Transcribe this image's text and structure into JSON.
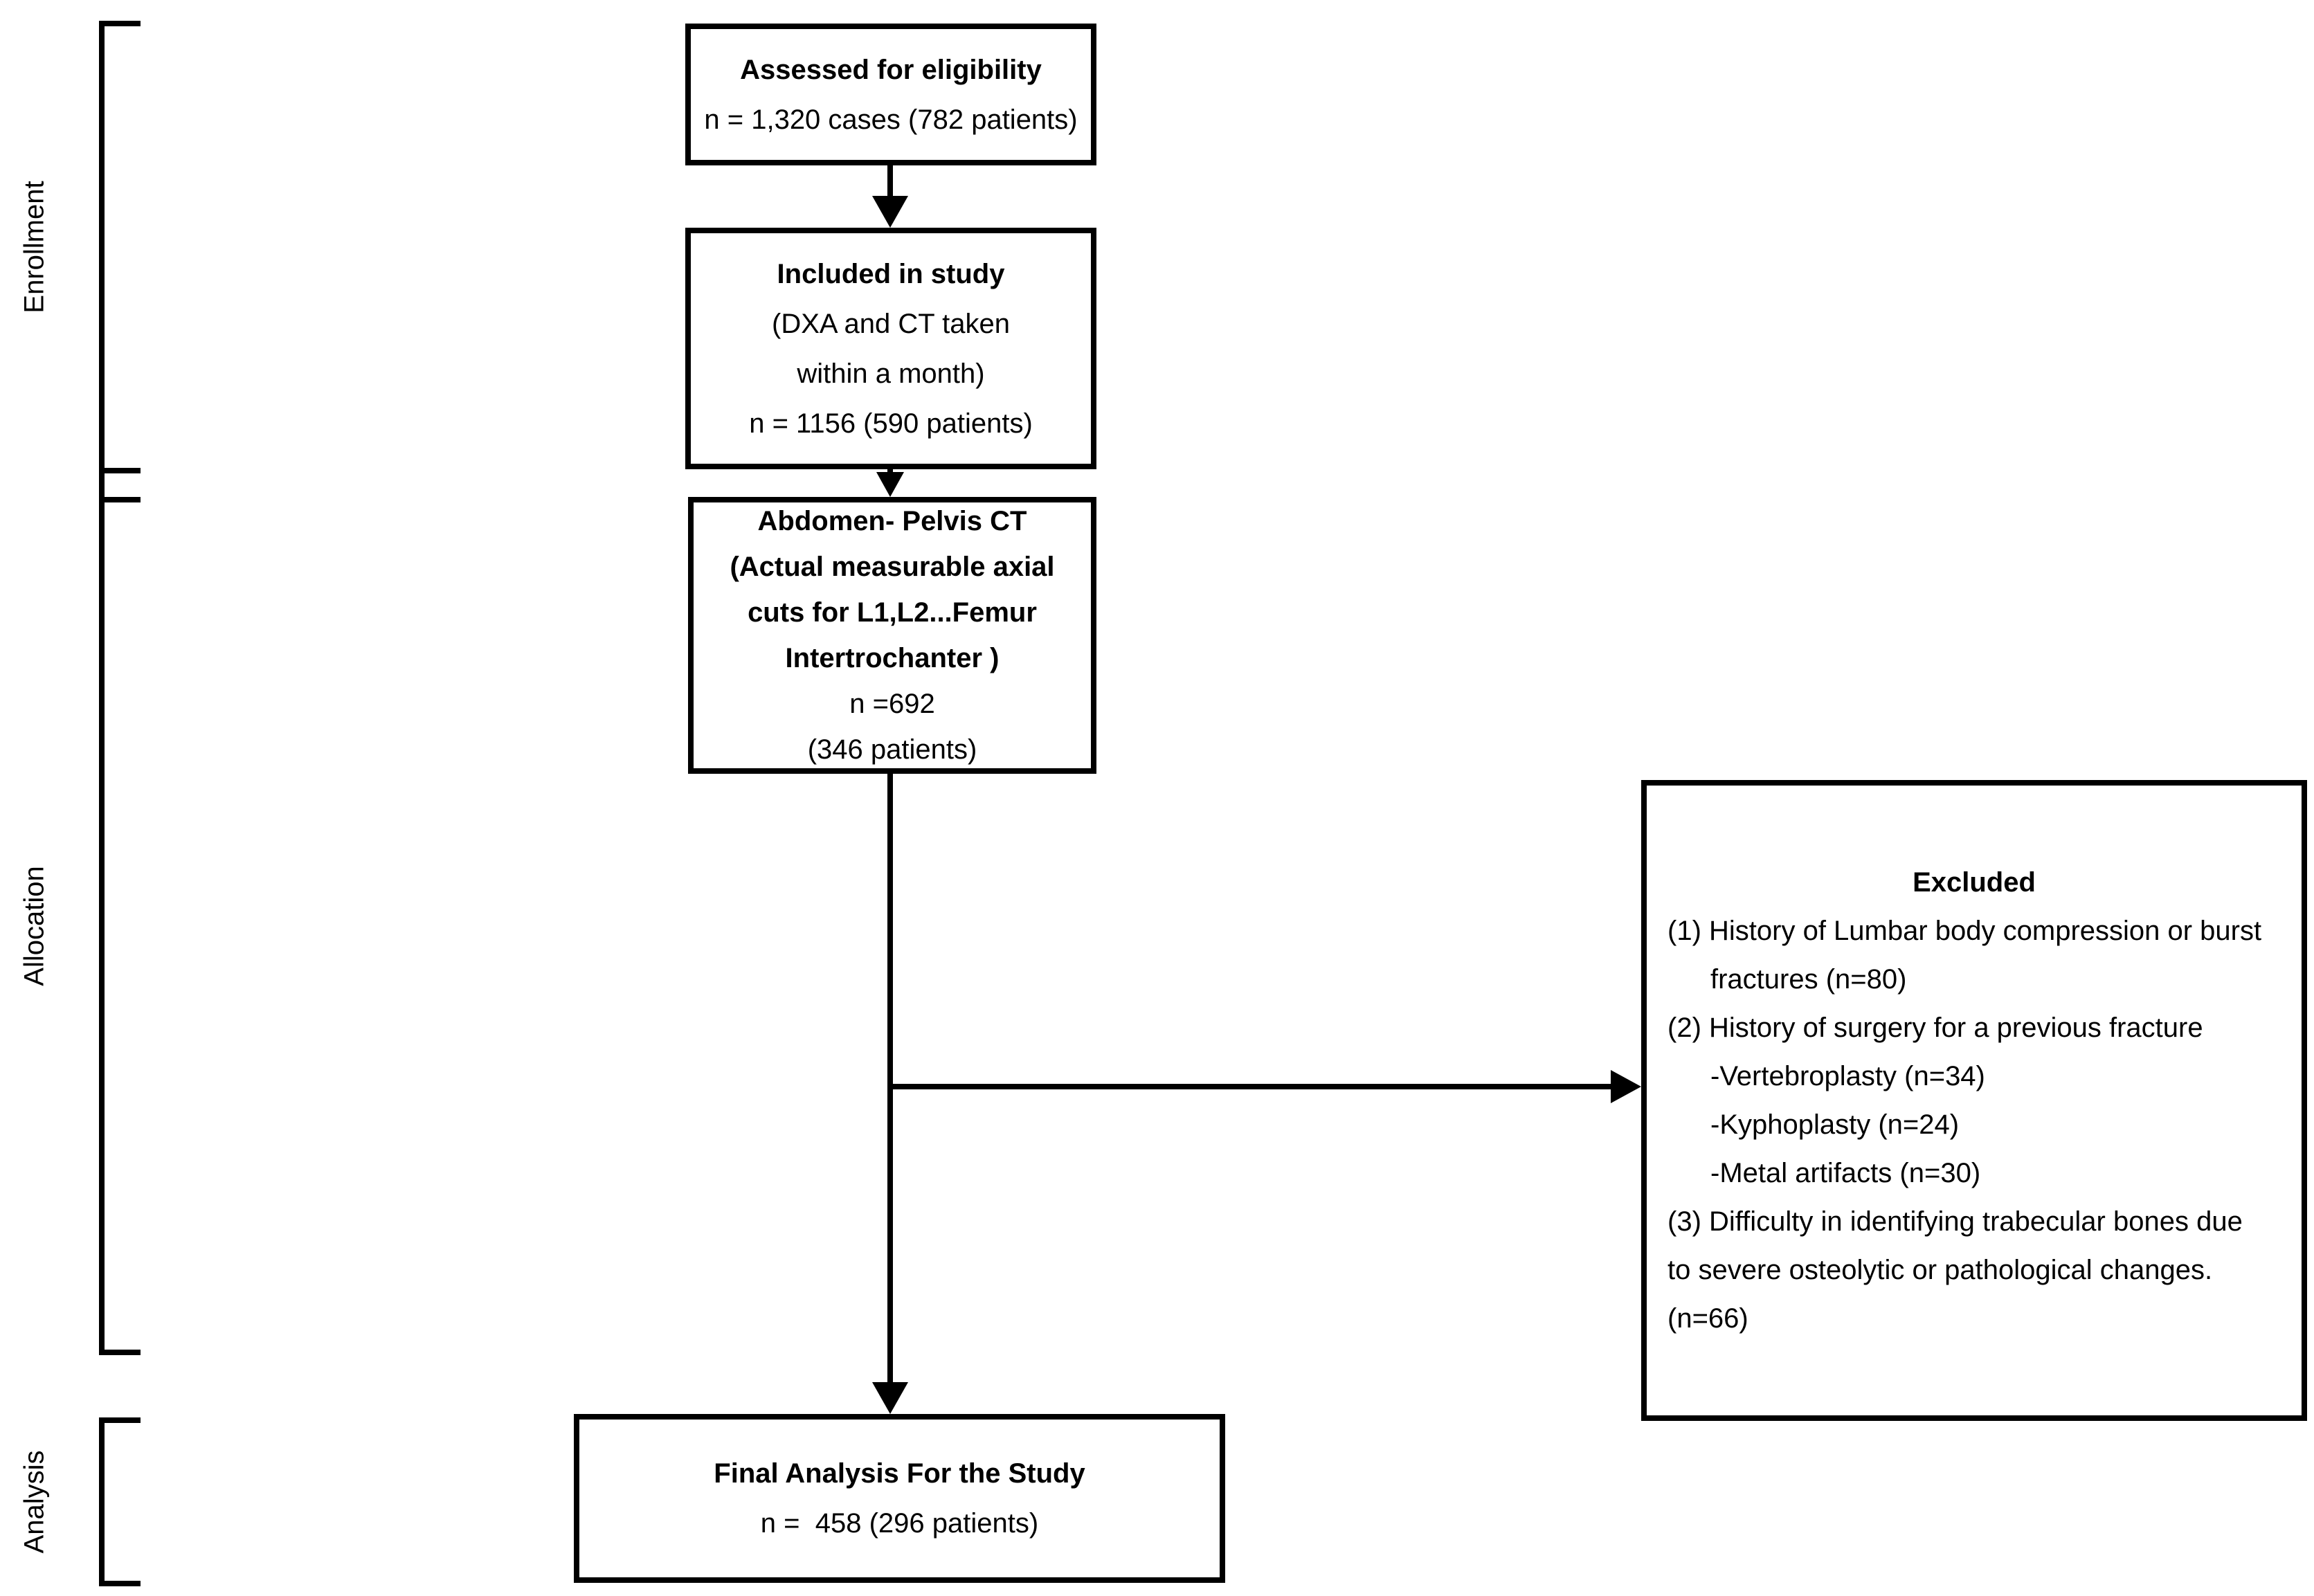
{
  "stages": {
    "enrollment": {
      "label": "Enrollment"
    },
    "allocation": {
      "label": "Allocation"
    },
    "analysis": {
      "label": "Analysis"
    }
  },
  "boxes": {
    "assessed": {
      "title": "Assessed for eligibility",
      "count": "n = 1,320 cases (782 patients)"
    },
    "included": {
      "title": "Included in study",
      "detail1": "(DXA and CT taken",
      "detail2": "within a month)",
      "count": "n = 1156 (590 patients)"
    },
    "abdomen_ct": {
      "title1": "Abdomen- Pelvis CT",
      "title2": "(Actual measurable axial",
      "title3": "cuts for L1,L2...Femur",
      "title4": "Intertrochanter )",
      "count": "n =692",
      "count2": "(346 patients)"
    },
    "excluded": {
      "title": "Excluded",
      "items": [
        {
          "text": "(1) History of Lumbar body compression or burst"
        },
        {
          "text": "fractures (n=80)"
        },
        {
          "text": "(2) History of surgery for a previous fracture"
        },
        {
          "text": "-Vertebroplasty (n=34)"
        },
        {
          "text": "-Kyphoplasty (n=24)"
        },
        {
          "text": "-Metal artifacts (n=30)"
        },
        {
          "text": "(3) Difficulty in identifying trabecular bones due"
        },
        {
          "text": "to severe osteolytic or pathological changes."
        },
        {
          "text": "(n=66)"
        }
      ]
    },
    "final": {
      "title": "Final Analysis For the Study",
      "count": "n =  458 (296 patients)"
    }
  },
  "colors": {
    "background": "#ffffff",
    "line": "#000000",
    "text": "#000000"
  }
}
